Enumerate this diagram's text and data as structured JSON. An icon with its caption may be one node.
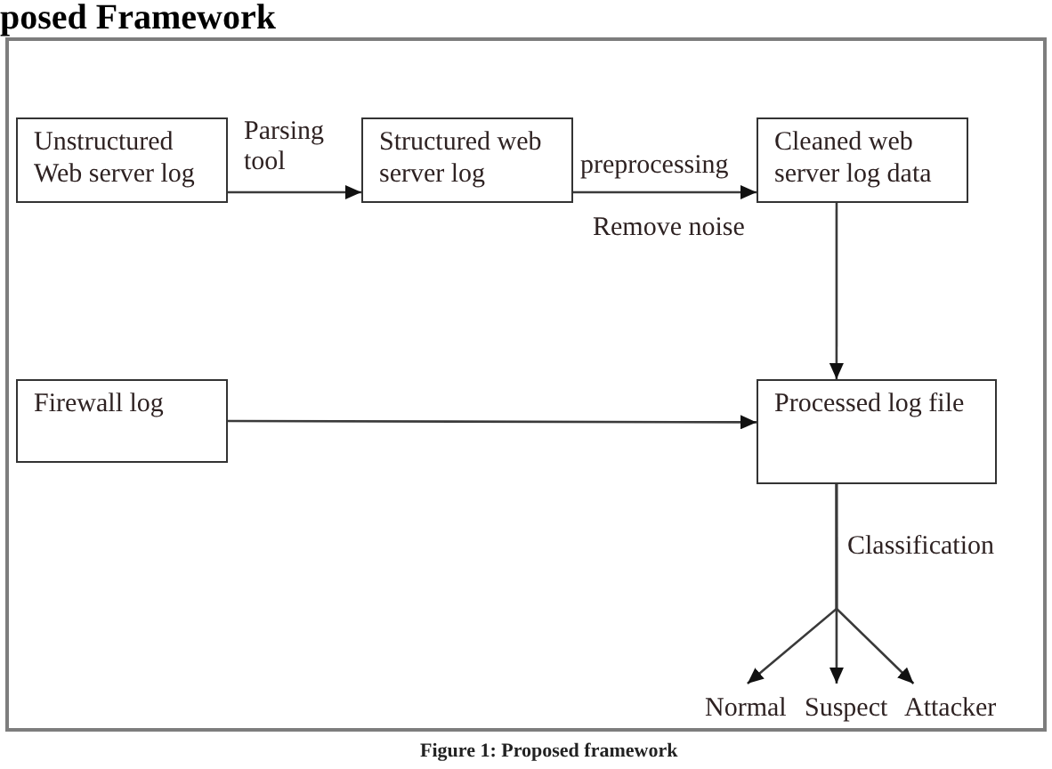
{
  "diagram": {
    "title": "posed Framework",
    "caption": "Figure 1: Proposed framework",
    "nodes": [
      {
        "text": [
          "Unstructured Web server log"
        ]
      },
      {
        "text": [
          "Structured web server log"
        ]
      },
      {
        "text": [
          "Cleaned web server log data"
        ]
      },
      {
        "text": [
          "Firewall log"
        ]
      },
      {
        "text": [
          "Processed log file"
        ]
      },
      {
        "text": [
          "Normal"
        ]
      },
      {
        "text": [
          "Suspect"
        ]
      },
      {
        "text": [
          "Attacker"
        ]
      }
    ],
    "edges": [
      {
        "from": 0,
        "to": 1,
        "arrow": "to",
        "label": "Parsing tool"
      },
      {
        "from": 1,
        "to": 2,
        "arrow": "to",
        "label": "preprocessing"
      },
      {
        "from": 2,
        "to": 4,
        "arrow": "to"
      },
      {
        "from": 3,
        "to": 4,
        "arrow": "to"
      },
      {
        "from": 4,
        "to": 5,
        "arrow": "to"
      },
      {
        "from": 4,
        "to": 6,
        "arrow": "to",
        "label": "Classification"
      },
      {
        "from": 4,
        "to": 7,
        "arrow": "to"
      }
    ],
    "labels": [
      "Remove noise"
    ]
  }
}
